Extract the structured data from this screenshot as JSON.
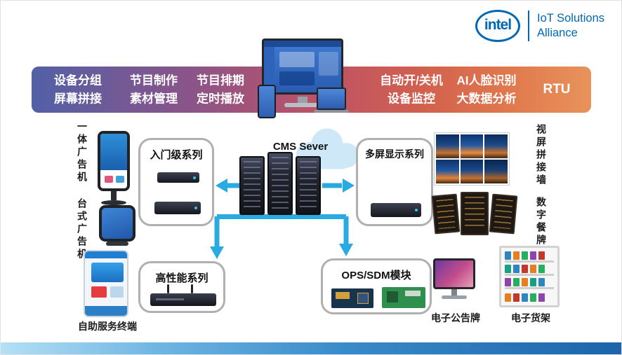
{
  "logo": {
    "brand": "intel",
    "line1": "IoT Solutions",
    "line2": "Alliance"
  },
  "banner": {
    "items": [
      {
        "line1": "设备分组",
        "line2": "屏幕拼接"
      },
      {
        "line1": "节目制作",
        "line2": "素材管理"
      },
      {
        "line1": "节目排期",
        "line2": "定时播放"
      },
      {
        "line1": "自动开/关机",
        "line2": "设备监控"
      },
      {
        "line1": "AI人脸识别",
        "line2": "大数据分析"
      }
    ],
    "rtu": "RTU"
  },
  "server": {
    "label": "CMS Sever"
  },
  "boxes": {
    "entry": {
      "title": "入门级系列"
    },
    "multiscreen": {
      "title": "多屏显示系列"
    },
    "performance": {
      "title": "高性能系列"
    },
    "ops": {
      "title": "OPS/SDM模块"
    }
  },
  "device_labels": {
    "all_in_one": "一体广告机",
    "desktop": "台式广告机",
    "kiosk": "自助服务终端",
    "video_wall": "视屏拼接墙",
    "menu_board": "数字餐牌",
    "bulletin": "电子公告牌",
    "shelf": "电子货架"
  },
  "colors": {
    "arrow_blue": "#29abe2",
    "intel_blue": "#0068b5",
    "banner_gradient_start": "#5260a6",
    "banner_gradient_end": "#e8935b"
  }
}
